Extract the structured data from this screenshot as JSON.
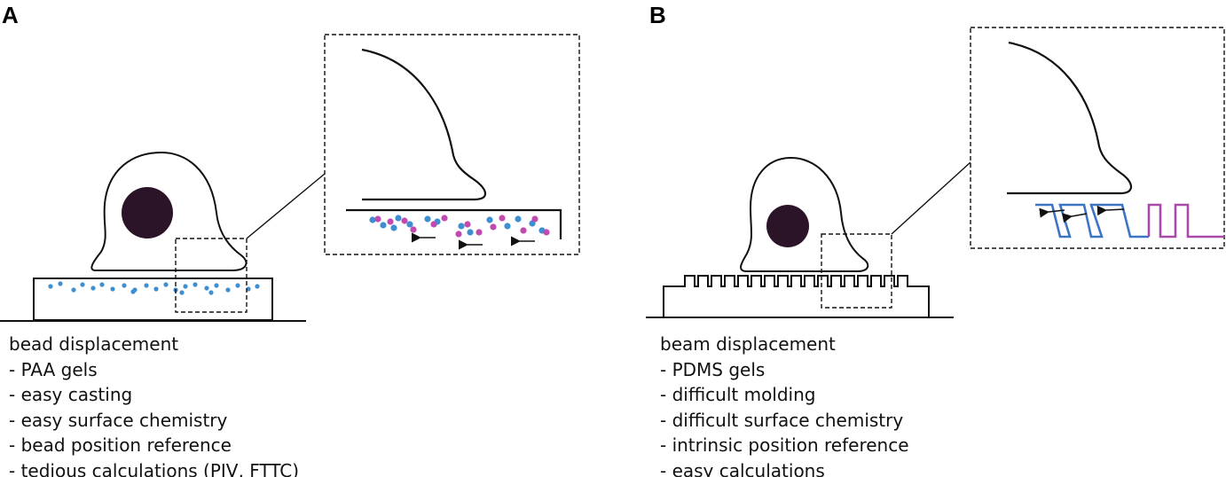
{
  "panels": {
    "a": {
      "letter": "A",
      "caption_lines": [
        "bead displacement",
        "- PAA gels",
        "- easy casting",
        "- easy surface chemistry",
        "- bead position reference",
        "- tedious calculations (PIV, FTTC)"
      ]
    },
    "b": {
      "letter": "B",
      "caption_lines": [
        "beam displacement",
        "- PDMS gels",
        "- difficult molding",
        "- difficult surface chemistry",
        "- intrinsic position reference",
        "- easy calculations"
      ]
    }
  },
  "colors": {
    "line": "#111111",
    "nucleus": "#2b1328",
    "bead_blue": "#3d8fd1",
    "bead_magenta": "#c04ab0",
    "beam_blue": "#3e74c4",
    "beam_magenta": "#a94aa8"
  }
}
